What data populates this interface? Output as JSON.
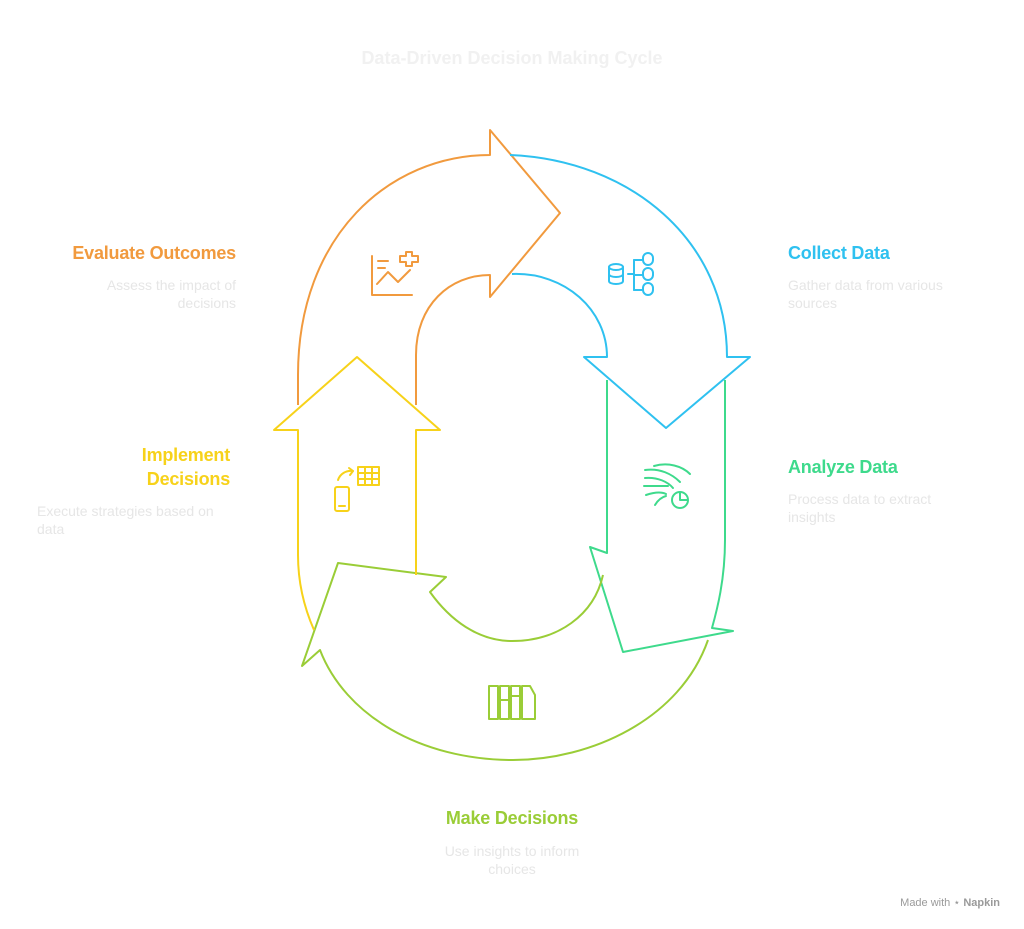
{
  "title": "Data-Driven Decision Making Cycle",
  "colors": {
    "orange": "#F19A3E",
    "blue": "#2FC1F0",
    "green": "#3EDA8C",
    "lime": "#9ACD37",
    "yellow": "#F7D21A"
  },
  "stages": {
    "collect": {
      "label": "Collect Data",
      "desc": "Gather data from various sources",
      "icon": "database-icon"
    },
    "analyze": {
      "label": "Analyze Data",
      "desc": "Process data to extract insights",
      "icon": "analytics-icon"
    },
    "decide": {
      "label": "Make Decisions",
      "desc": "Use insights to inform choices",
      "icon": "columns-icon"
    },
    "implement": {
      "label": "Implement Decisions",
      "desc": "Execute strategies based on data",
      "icon": "table-phone-icon"
    },
    "evaluate": {
      "label": "Evaluate Outcomes",
      "desc": "Assess the impact of decisions",
      "icon": "chart-plus-icon"
    }
  },
  "footer": {
    "made_with": "Made with",
    "brand": "Napkin"
  }
}
